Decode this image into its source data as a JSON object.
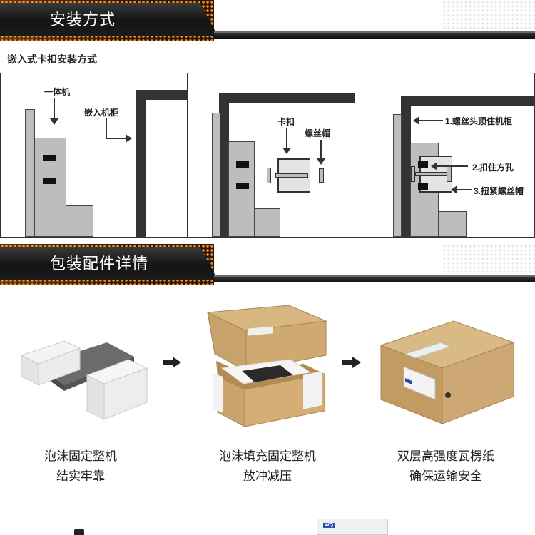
{
  "sections": [
    {
      "title": "安装方式"
    },
    {
      "title": "包装配件详情"
    }
  ],
  "install": {
    "subtitle": "嵌入式卡扣安装方式",
    "panel1": {
      "label_unit": "一体机",
      "label_cabinet": "嵌入机柜"
    },
    "panel2": {
      "label_clip": "卡扣",
      "label_nut": "螺丝帽"
    },
    "panel3": {
      "label_1": "1.螺丝头顶住机柜",
      "label_2": "2.扣住方孔",
      "label_3": "3.扭紧螺丝帽"
    }
  },
  "packaging": {
    "steps": [
      {
        "line1": "泡沫固定整机",
        "line2": "结实牢靠",
        "image": "foam-wrapped-unit"
      },
      {
        "line1": "泡沫填充固定整机",
        "line2": "放冲减压",
        "image": "open-kraft-box"
      },
      {
        "line1": "双层高强度瓦楞纸",
        "line2": "确保运输安全",
        "image": "closed-kraft-box"
      }
    ],
    "box_logo": "WQ"
  },
  "colors": {
    "accent_orange": "#f08a22",
    "banner_dark": "#141414",
    "kraft": "#c9a36b"
  }
}
